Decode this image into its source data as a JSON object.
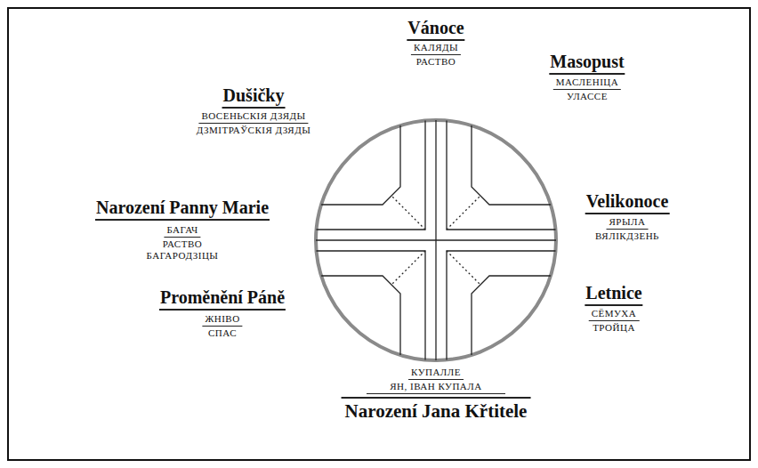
{
  "diagram": {
    "labels": [
      "Vánoce",
      "КАЛЯДЫ",
      "РАСТВО",
      "Masopust",
      "МАСЛЕНІЦА",
      "УЛАССЕ",
      "Velikonoce",
      "ЯРЫЛА",
      "ВЯЛІКДЗЕНЬ",
      "Letnice",
      "СЁМУХА",
      "ТРОЙЦА",
      "КУПАЛЛЕ",
      "ЯН, ІВАН КУПАЛА",
      "Narození Jana Křtitele",
      "Proměnění Páně",
      "ЖНІВО",
      "СПАС",
      "Narození Panny Marie",
      "БАГАЧ",
      "РАСТВО БАГАРОДЗІЦЫ",
      "Dušičky",
      "ВОСЕНЬСКІЯ ДЗЯДЫ",
      "ДЗМІТРАЎСКІЯ ДЗЯДЫ"
    ]
  }
}
